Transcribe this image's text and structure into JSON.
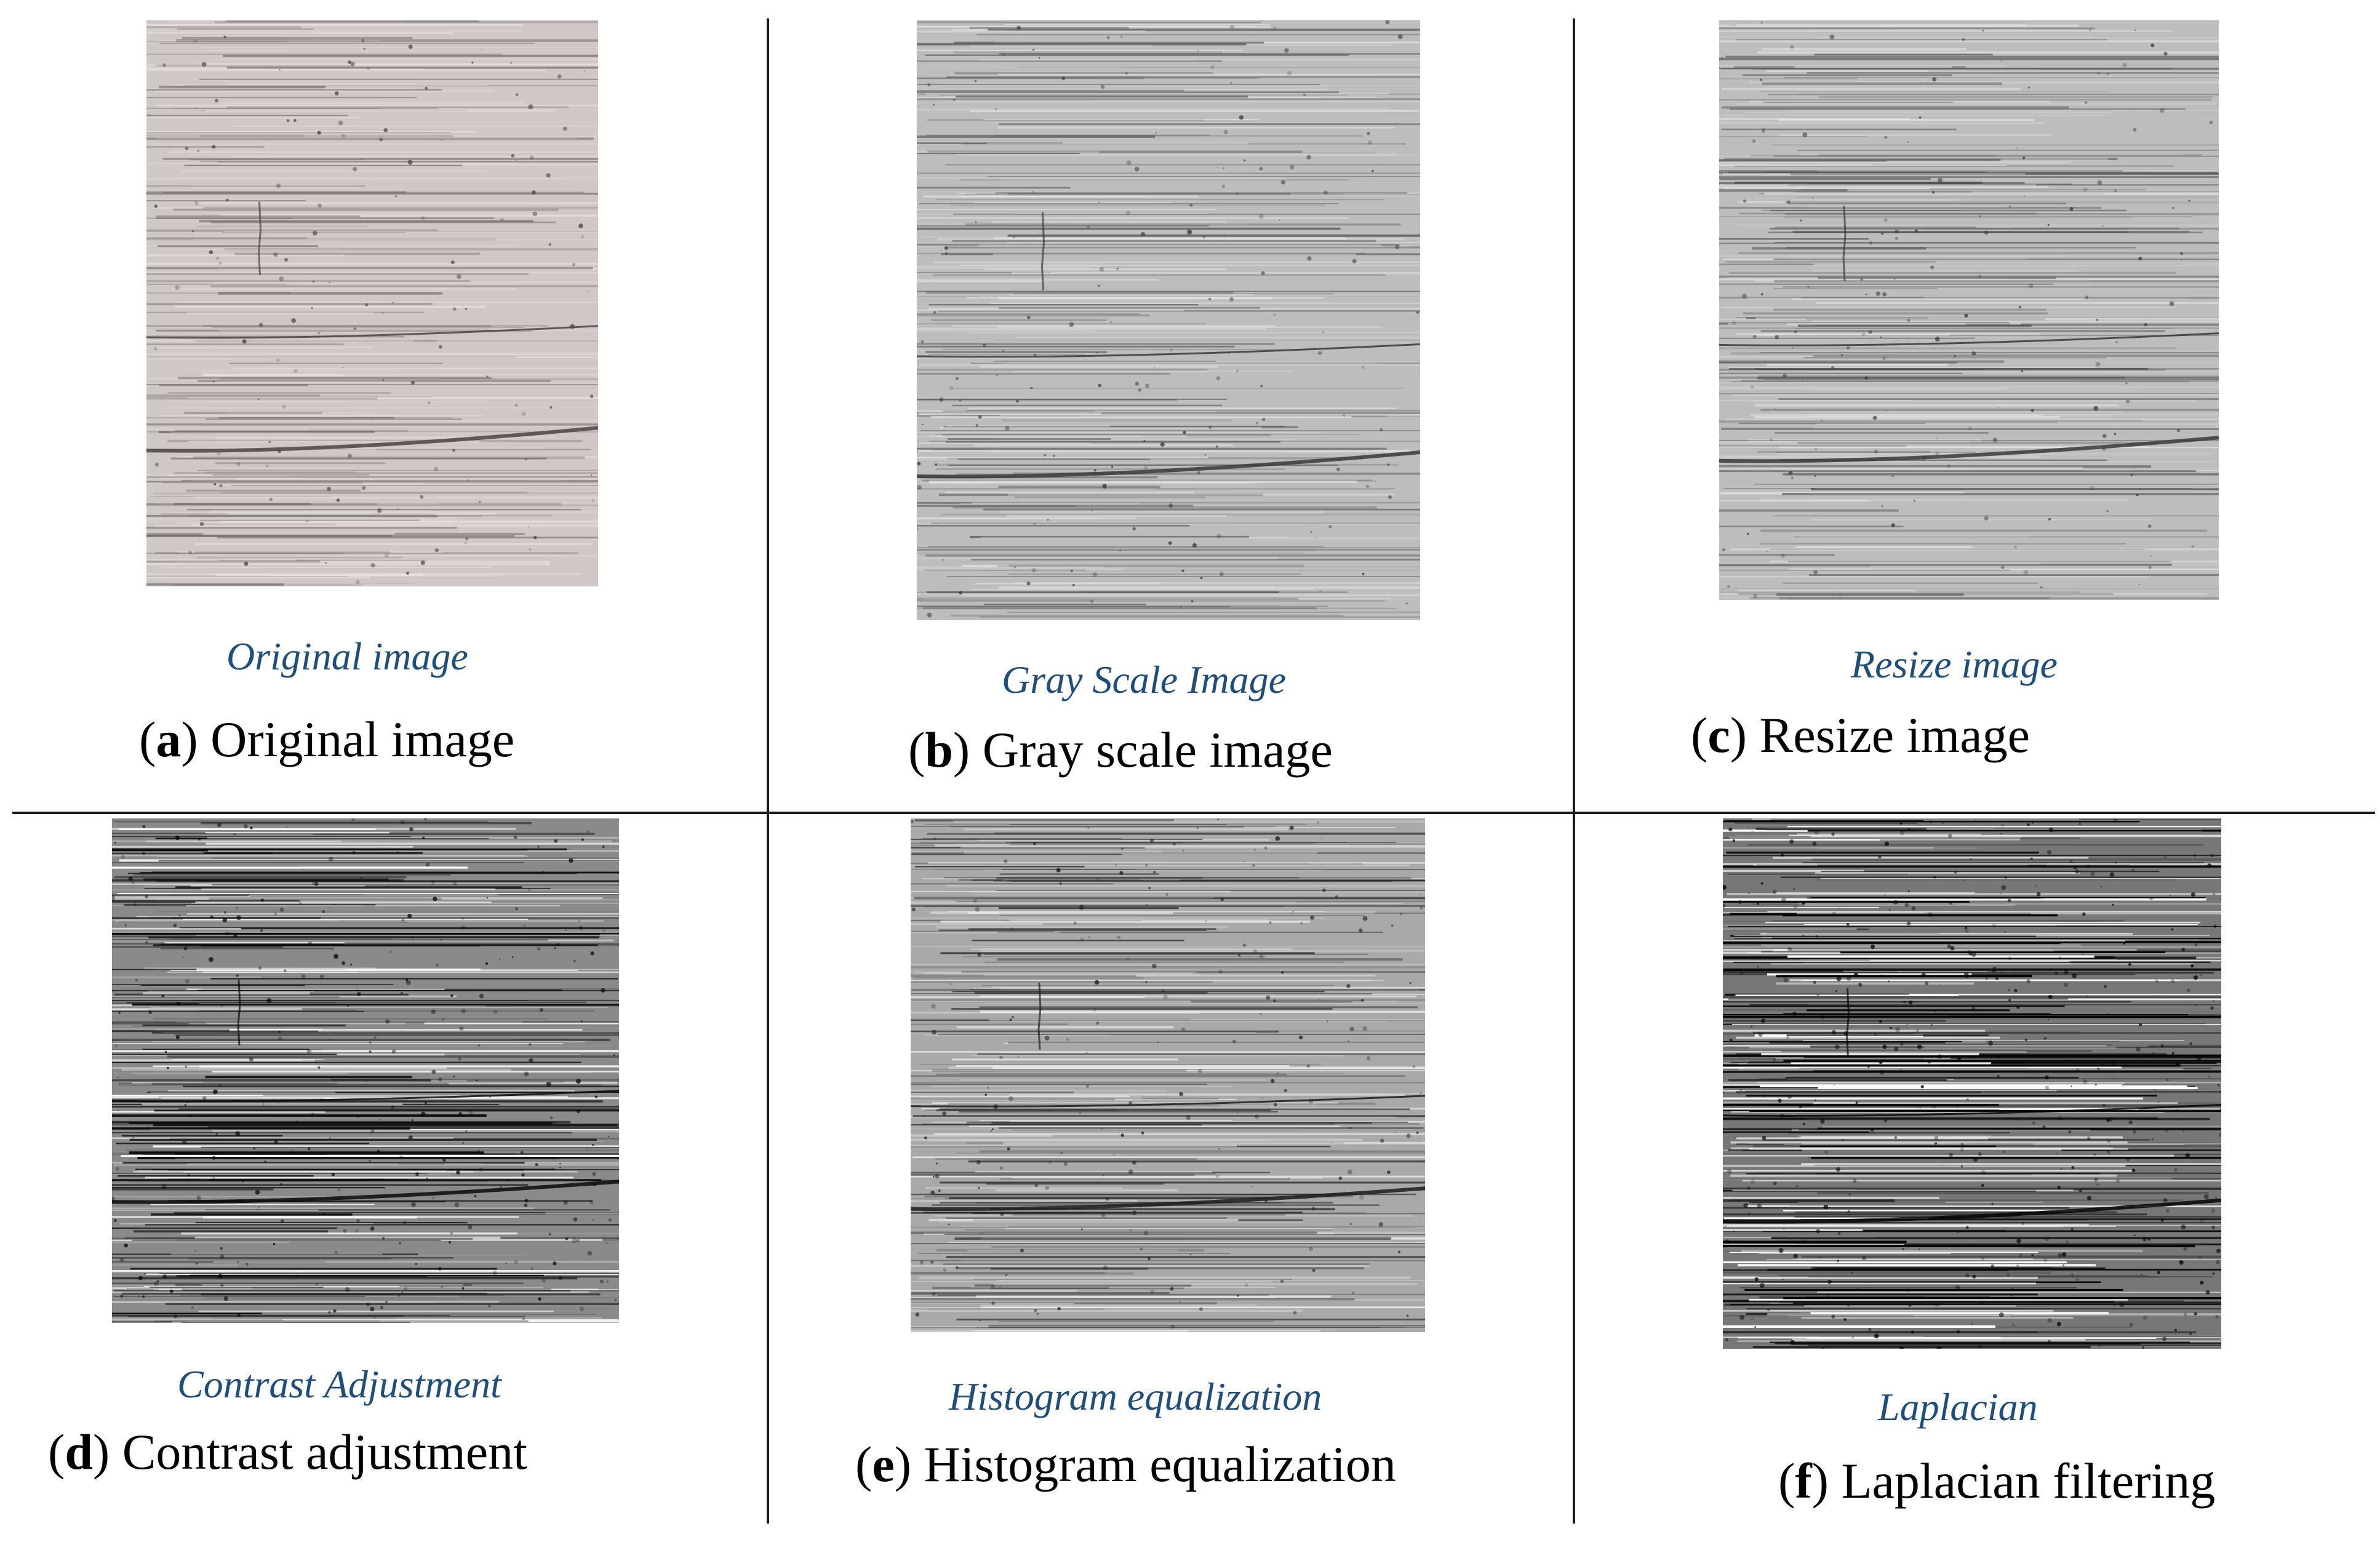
{
  "panels": [
    {
      "letter": "a",
      "inner_label": "Original image",
      "caption": "Original image",
      "style": "original"
    },
    {
      "letter": "b",
      "inner_label": "Gray Scale Image",
      "caption": "Gray scale image",
      "style": "gray"
    },
    {
      "letter": "c",
      "inner_label": "Resize image",
      "caption": "Resize image",
      "style": "gray"
    },
    {
      "letter": "d",
      "inner_label": "Contrast Adjustment",
      "caption": "Contrast adjustment",
      "style": "contrast"
    },
    {
      "letter": "e",
      "inner_label": "Histogram equalization",
      "caption": "Histogram equalization",
      "style": "histeq"
    },
    {
      "letter": "f",
      "inner_label": "Laplacian",
      "caption": "Laplacian filtering",
      "style": "laplacian"
    }
  ],
  "colors": {
    "inner_label": "#1f4e7a",
    "caption": "#000000",
    "divider": "#1a1a1a"
  }
}
